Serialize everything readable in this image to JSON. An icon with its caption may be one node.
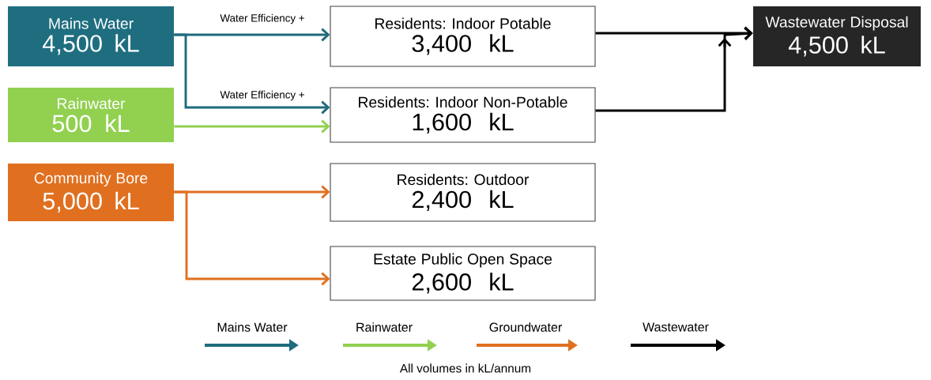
{
  "diagram": {
    "nodes": [
      {
        "text": [
          "Mains Water",
          "4,500 kL"
        ]
      },
      {
        "text": [
          "Rainwater",
          "500 kL"
        ]
      },
      {
        "text": [
          "Community Bore",
          "5,000 kL"
        ]
      },
      {
        "text": [
          "Residents: Indoor Potable",
          "3,400 kL"
        ]
      },
      {
        "text": [
          "Residents: Indoor Non-Potable",
          "1,600 kL"
        ]
      },
      {
        "text": [
          "Residents: Outdoor",
          "2,400 kL"
        ]
      },
      {
        "text": [
          "Estate Public Open Space",
          "2,600 kL"
        ]
      },
      {
        "text": [
          "Wastewater Disposal",
          "4,500 kL"
        ]
      }
    ],
    "edges": [
      {
        "from": 0,
        "to": 3,
        "arrow": "to",
        "label": "Water Efficiency +",
        "color": "#1f6b7d"
      },
      {
        "from": 0,
        "to": 4,
        "arrow": "to",
        "label": "Water Efficiency +",
        "color": "#1f6b7d"
      },
      {
        "from": 1,
        "to": 4,
        "arrow": "to",
        "color": "#92d050"
      },
      {
        "from": 2,
        "to": 5,
        "arrow": "to",
        "color": "#e07020"
      },
      {
        "from": 2,
        "to": 6,
        "arrow": "to",
        "color": "#e07020"
      },
      {
        "from": 3,
        "to": 7,
        "arrow": "to",
        "color": "#000000"
      },
      {
        "from": 4,
        "to": 7,
        "arrow": "to",
        "color": "#000000"
      }
    ],
    "labels": [
      "All volumes in kL/annum"
    ],
    "legend": [
      {
        "text": "Mains Water"
      },
      {
        "text": "Rainwater"
      },
      {
        "text": "Groundwater"
      },
      {
        "text": "Wastewater"
      }
    ]
  }
}
